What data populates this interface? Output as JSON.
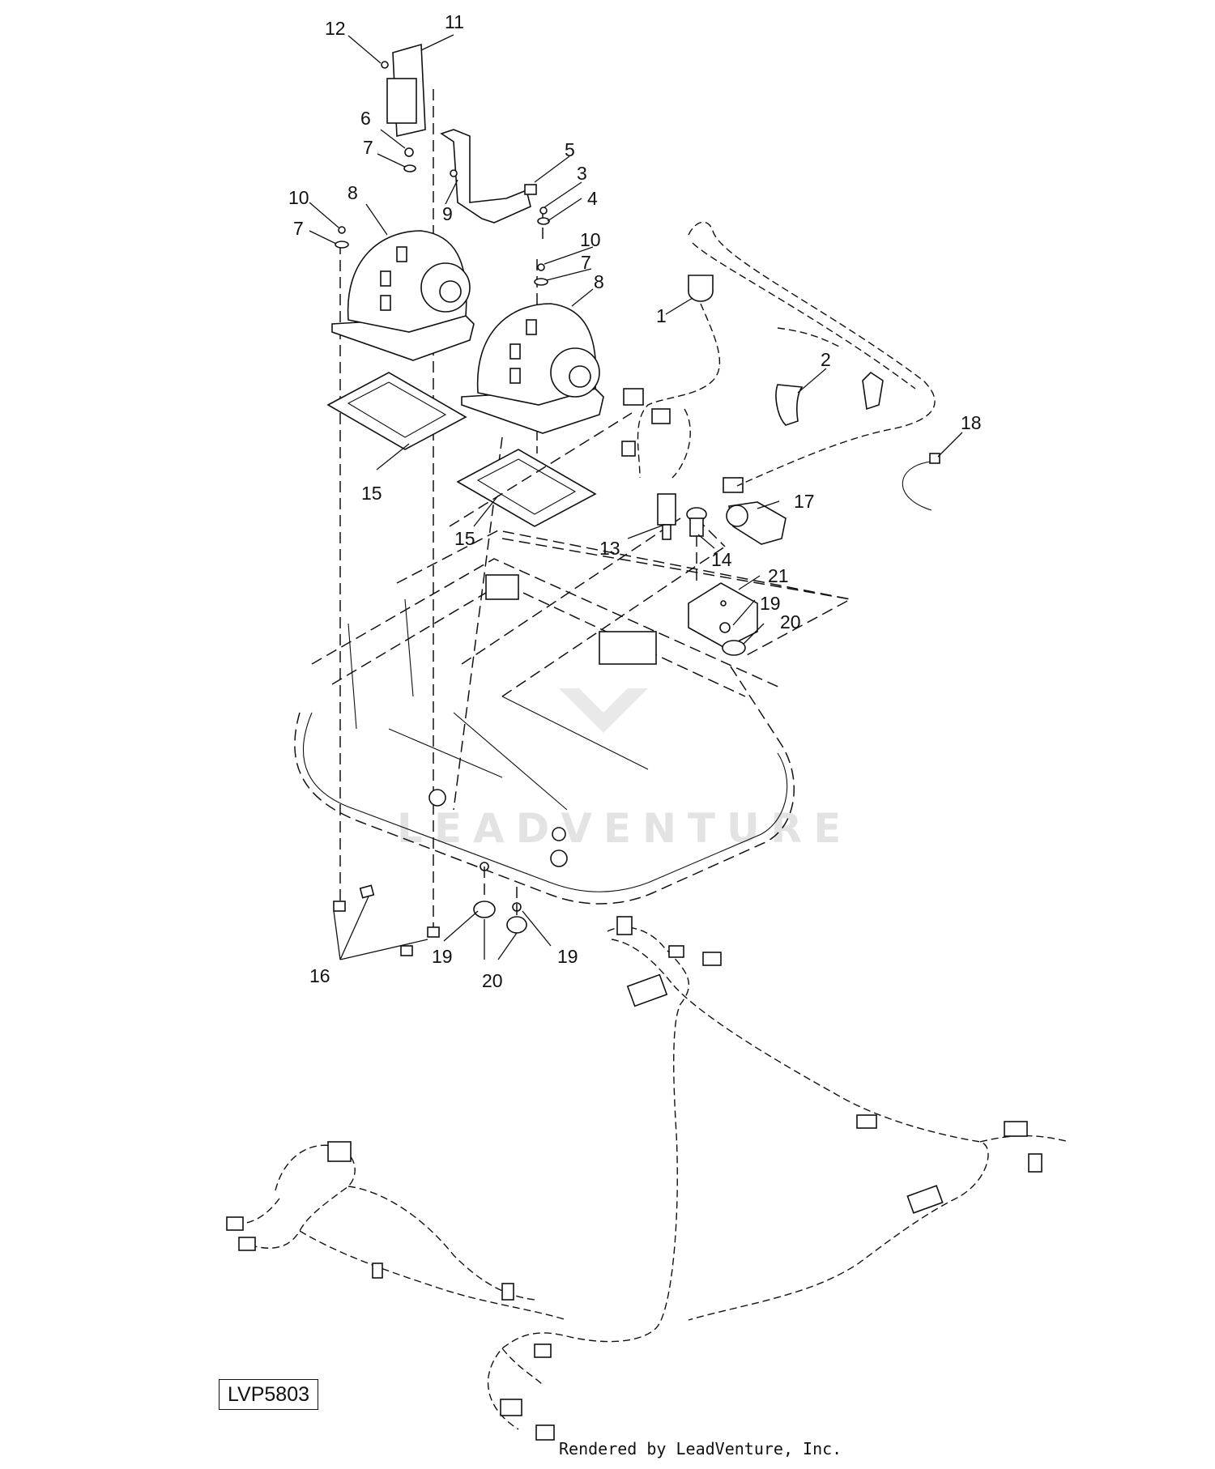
{
  "diagram": {
    "drawing_id": "LVP5803",
    "credit": "Rendered by LeadVenture, Inc.",
    "watermark": "LEADVENTURE",
    "callouts": [
      {
        "id": "c1",
        "text": "1"
      },
      {
        "id": "c2",
        "text": "2"
      },
      {
        "id": "c3",
        "text": "3"
      },
      {
        "id": "c4",
        "text": "4"
      },
      {
        "id": "c5",
        "text": "5"
      },
      {
        "id": "c6",
        "text": "6"
      },
      {
        "id": "c7a",
        "text": "7"
      },
      {
        "id": "c7b",
        "text": "7"
      },
      {
        "id": "c7c",
        "text": "7"
      },
      {
        "id": "c8a",
        "text": "8"
      },
      {
        "id": "c8b",
        "text": "8"
      },
      {
        "id": "c9",
        "text": "9"
      },
      {
        "id": "c10a",
        "text": "10"
      },
      {
        "id": "c10b",
        "text": "10"
      },
      {
        "id": "c11",
        "text": "11"
      },
      {
        "id": "c12",
        "text": "12"
      },
      {
        "id": "c13",
        "text": "13"
      },
      {
        "id": "c14",
        "text": "14"
      },
      {
        "id": "c15a",
        "text": "15"
      },
      {
        "id": "c15b",
        "text": "15"
      },
      {
        "id": "c16",
        "text": "16"
      },
      {
        "id": "c17",
        "text": "17"
      },
      {
        "id": "c18",
        "text": "18"
      },
      {
        "id": "c19a",
        "text": "19"
      },
      {
        "id": "c19b",
        "text": "19"
      },
      {
        "id": "c19c",
        "text": "19"
      },
      {
        "id": "c20a",
        "text": "20"
      },
      {
        "id": "c20b",
        "text": "20"
      },
      {
        "id": "c21",
        "text": "21"
      }
    ]
  }
}
